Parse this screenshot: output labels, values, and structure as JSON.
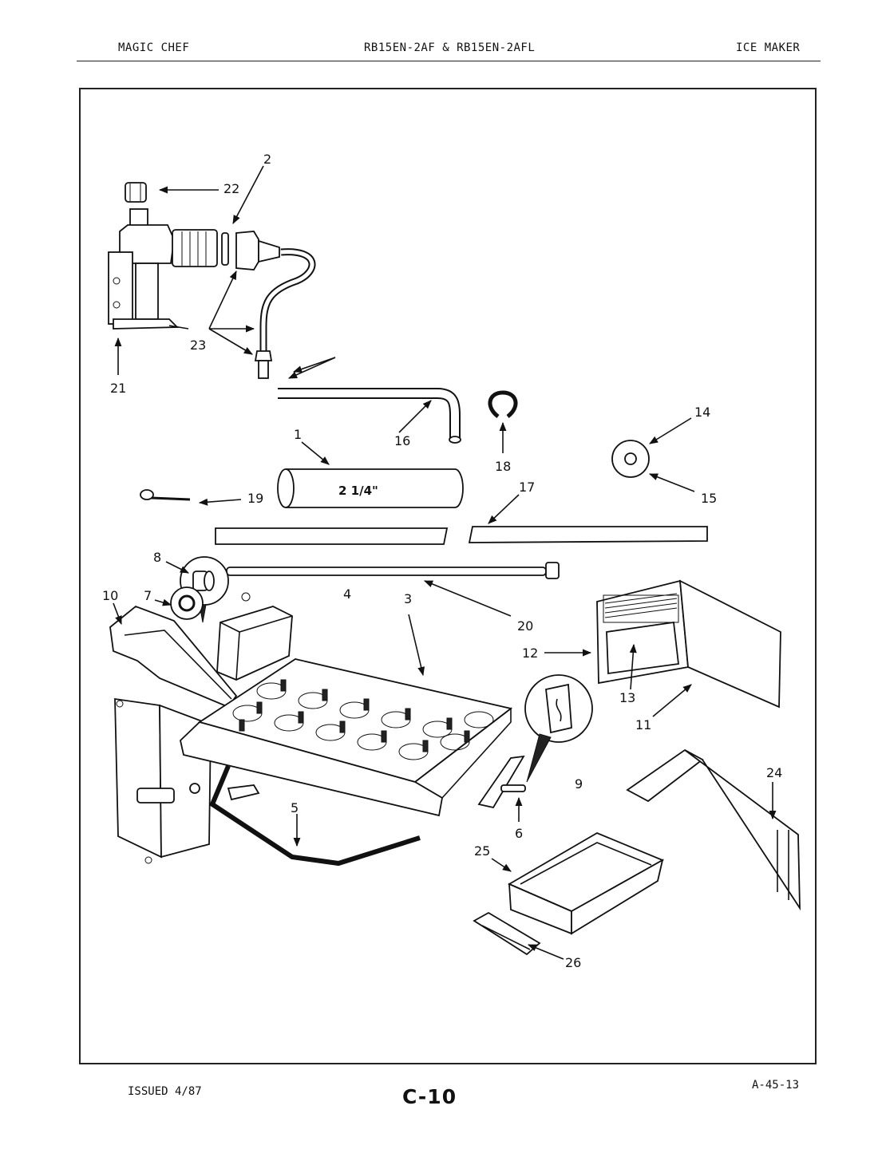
{
  "header": {
    "brand": "MAGIC CHEF",
    "models": "RB15EN-2AF & RB15EN-2AFL",
    "section": "ICE MAKER"
  },
  "footer": {
    "issued": "ISSUED 4/87",
    "page": "C-10",
    "code": "A-45-13"
  },
  "diagram": {
    "tube_size_label": "2 1/4\"",
    "callouts": [
      "1",
      "2",
      "3",
      "4",
      "5",
      "6",
      "7",
      "8",
      "9",
      "10",
      "11",
      "12",
      "13",
      "14",
      "15",
      "16",
      "17",
      "18",
      "19",
      "20",
      "21",
      "22",
      "23",
      "24",
      "25",
      "26"
    ]
  }
}
